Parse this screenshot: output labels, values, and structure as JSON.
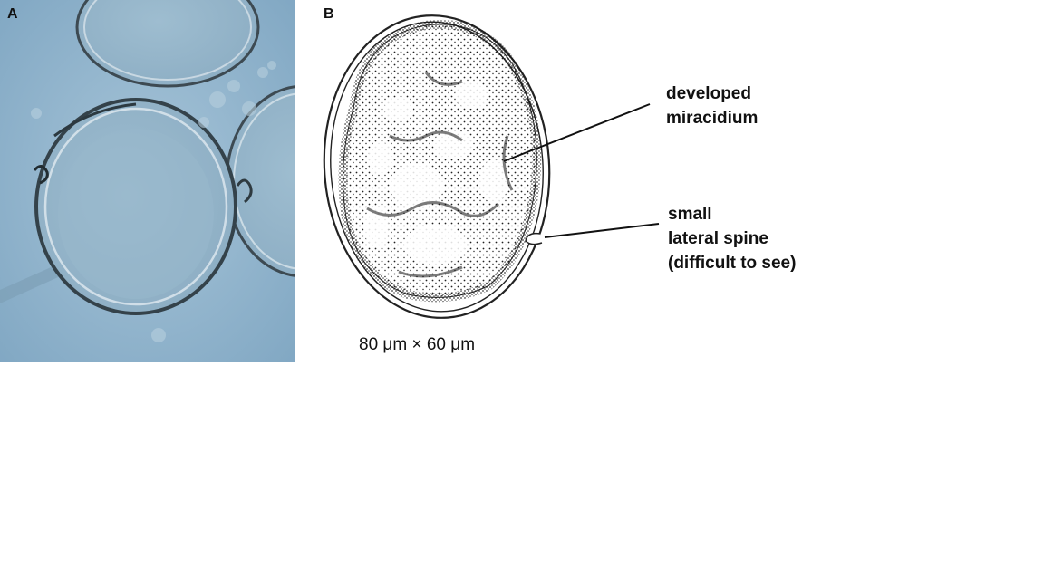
{
  "panels": {
    "a": {
      "letter": "A"
    },
    "b": {
      "letter": "B"
    }
  },
  "labels": {
    "miracidium": [
      "developed",
      "miracidium"
    ],
    "spine": [
      "small",
      "lateral spine",
      "(difficult to see)"
    ]
  },
  "scale_caption": "80 μm × 60 μm",
  "colors": {
    "photo_background": "#8fb3cc",
    "egg_outline": "#2b2b2b",
    "ink": "#111111"
  }
}
